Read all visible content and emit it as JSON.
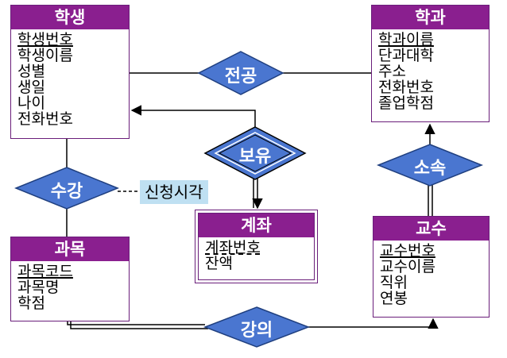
{
  "entities": {
    "student": {
      "title": "학생",
      "attrs": [
        "학생번호",
        "학생이름",
        "성별",
        "생일",
        "나이",
        "전화번호"
      ]
    },
    "department": {
      "title": "학과",
      "attrs": [
        "학과이름",
        "단과대학",
        "주소",
        "전화번호",
        "졸업학점"
      ]
    },
    "account": {
      "title": "계좌",
      "attrs": [
        "계좌번호",
        "잔액"
      ]
    },
    "course": {
      "title": "과목",
      "attrs": [
        "과목코드",
        "과목명",
        "학점"
      ]
    },
    "professor": {
      "title": "교수",
      "attrs": [
        "교수번호",
        "교수이름",
        "직위",
        "연봉"
      ]
    }
  },
  "relationships": {
    "major": "전공",
    "owns": "보유",
    "enroll": "수강",
    "belongs": "소속",
    "teach": "강의"
  },
  "relationship_attribute": "신청시각",
  "colors": {
    "entity_header": "#8a1f8f",
    "entity_border": "#6a1e7a",
    "relationship_fill": "#4a76d0",
    "attribute_fill": "#bfe0f2"
  }
}
